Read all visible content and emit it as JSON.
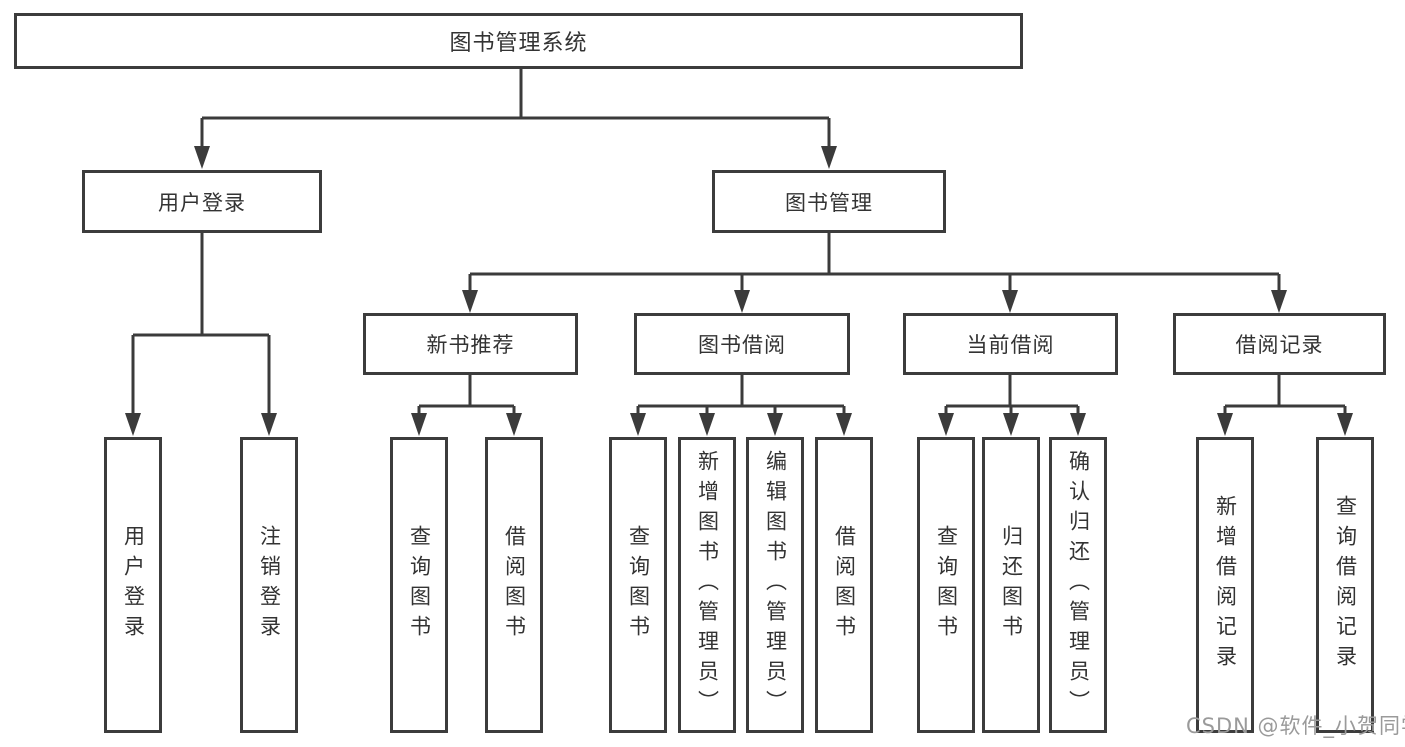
{
  "diagram": {
    "root_label": "图书管理系统",
    "watermark": "CSDN @软件_小贺同学",
    "colors": {
      "line": "#3b3b3b",
      "box_border": "#3c3c3c",
      "box_fill": "#ffffff",
      "text": "#333333",
      "watermark": "#9a9a9a"
    },
    "branches": [
      {
        "label": "用户登录",
        "children": [
          {
            "label": "用户登录"
          },
          {
            "label": "注销登录"
          }
        ]
      },
      {
        "label": "图书管理",
        "children": [
          {
            "label": "新书推荐",
            "children": [
              {
                "label": "查询图书"
              },
              {
                "label": "借阅图书"
              }
            ]
          },
          {
            "label": "图书借阅",
            "children": [
              {
                "label": "查询图书"
              },
              {
                "label": "新增图书（管理员）"
              },
              {
                "label": "编辑图书（管理员）"
              },
              {
                "label": "借阅图书"
              }
            ]
          },
          {
            "label": "当前借阅",
            "children": [
              {
                "label": "查询图书"
              },
              {
                "label": "归还图书"
              },
              {
                "label": "确认归还（管理员）"
              }
            ]
          },
          {
            "label": "借阅记录",
            "children": [
              {
                "label": "新增借阅记录"
              },
              {
                "label": "查询借阅记录"
              }
            ]
          }
        ]
      }
    ]
  }
}
